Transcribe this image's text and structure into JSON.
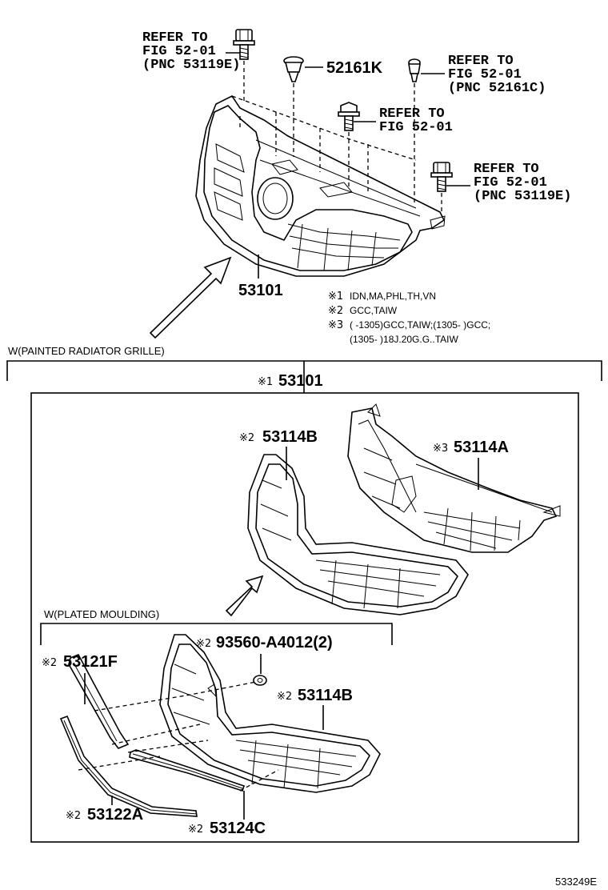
{
  "top": {
    "refs": [
      {
        "line1": "REFER TO",
        "line2": "FIG 52-01",
        "line3": "(PNC 53119E)"
      },
      {
        "line1": "REFER TO",
        "line2": "FIG 52-01",
        "line3": "(PNC 52161C)"
      },
      {
        "line1": "REFER TO",
        "line2": "FIG 52-01",
        "line3": ""
      },
      {
        "line1": "REFER TO",
        "line2": "FIG 52-01",
        "line3": "(PNC 53119E)"
      }
    ],
    "clip_part": "52161K",
    "grille_part": "53101"
  },
  "notes": [
    {
      "mark": "※1",
      "text": "IDN,MA,PHL,TH,VN"
    },
    {
      "mark": "※2",
      "text": "GCC,TAIW"
    },
    {
      "mark": "※3",
      "text": "(        -1305)GCC,TAIW;(1305-        )GCC;"
    },
    {
      "mark": "",
      "text": "(1305-        )18J.20G.G..TAIW"
    }
  ],
  "painted": {
    "title": "W(PAINTED RADIATOR GRILLE)",
    "assembly": {
      "mark": "※1",
      "part": "53101"
    },
    "sub_b": {
      "mark": "※2",
      "part": "53114B"
    },
    "sub_a": {
      "mark": "※3",
      "part": "53114A"
    }
  },
  "plated": {
    "title": "W(PLATED MOULDING)",
    "moulding_f": {
      "mark": "※2",
      "part": "53121F"
    },
    "clip": {
      "mark": "※2",
      "part": "93560-A4012(2)"
    },
    "grille_b": {
      "mark": "※2",
      "part": "53114B"
    },
    "moulding_a": {
      "mark": "※2",
      "part": "53122A"
    },
    "moulding_c": {
      "mark": "※2",
      "part": "53124C"
    }
  },
  "figure_id": "533249E"
}
